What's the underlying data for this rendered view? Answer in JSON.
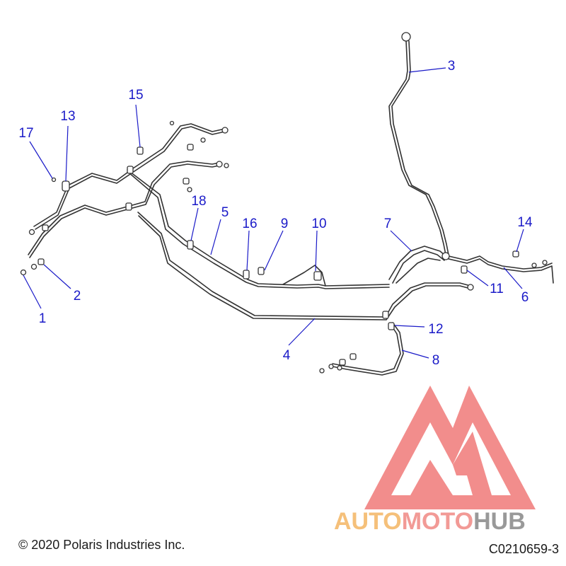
{
  "diagram": {
    "callouts": [
      "1",
      "2",
      "3",
      "4",
      "5",
      "6",
      "7",
      "8",
      "9",
      "10",
      "11",
      "12",
      "13",
      "14",
      "15",
      "16",
      "17",
      "18"
    ],
    "callout_color": "#1a1ac8",
    "line_color": "#333333"
  },
  "watermark": {
    "text_auto": "AUTO",
    "text_moto": "MOTO",
    "text_hub": "HUB",
    "color_auto": "#f5c07a",
    "color_moto": "#f29a96",
    "color_hub": "#999999"
  },
  "footer": {
    "copyright": "© 2020 Polaris Industries Inc.",
    "code": "C0210659-3"
  }
}
